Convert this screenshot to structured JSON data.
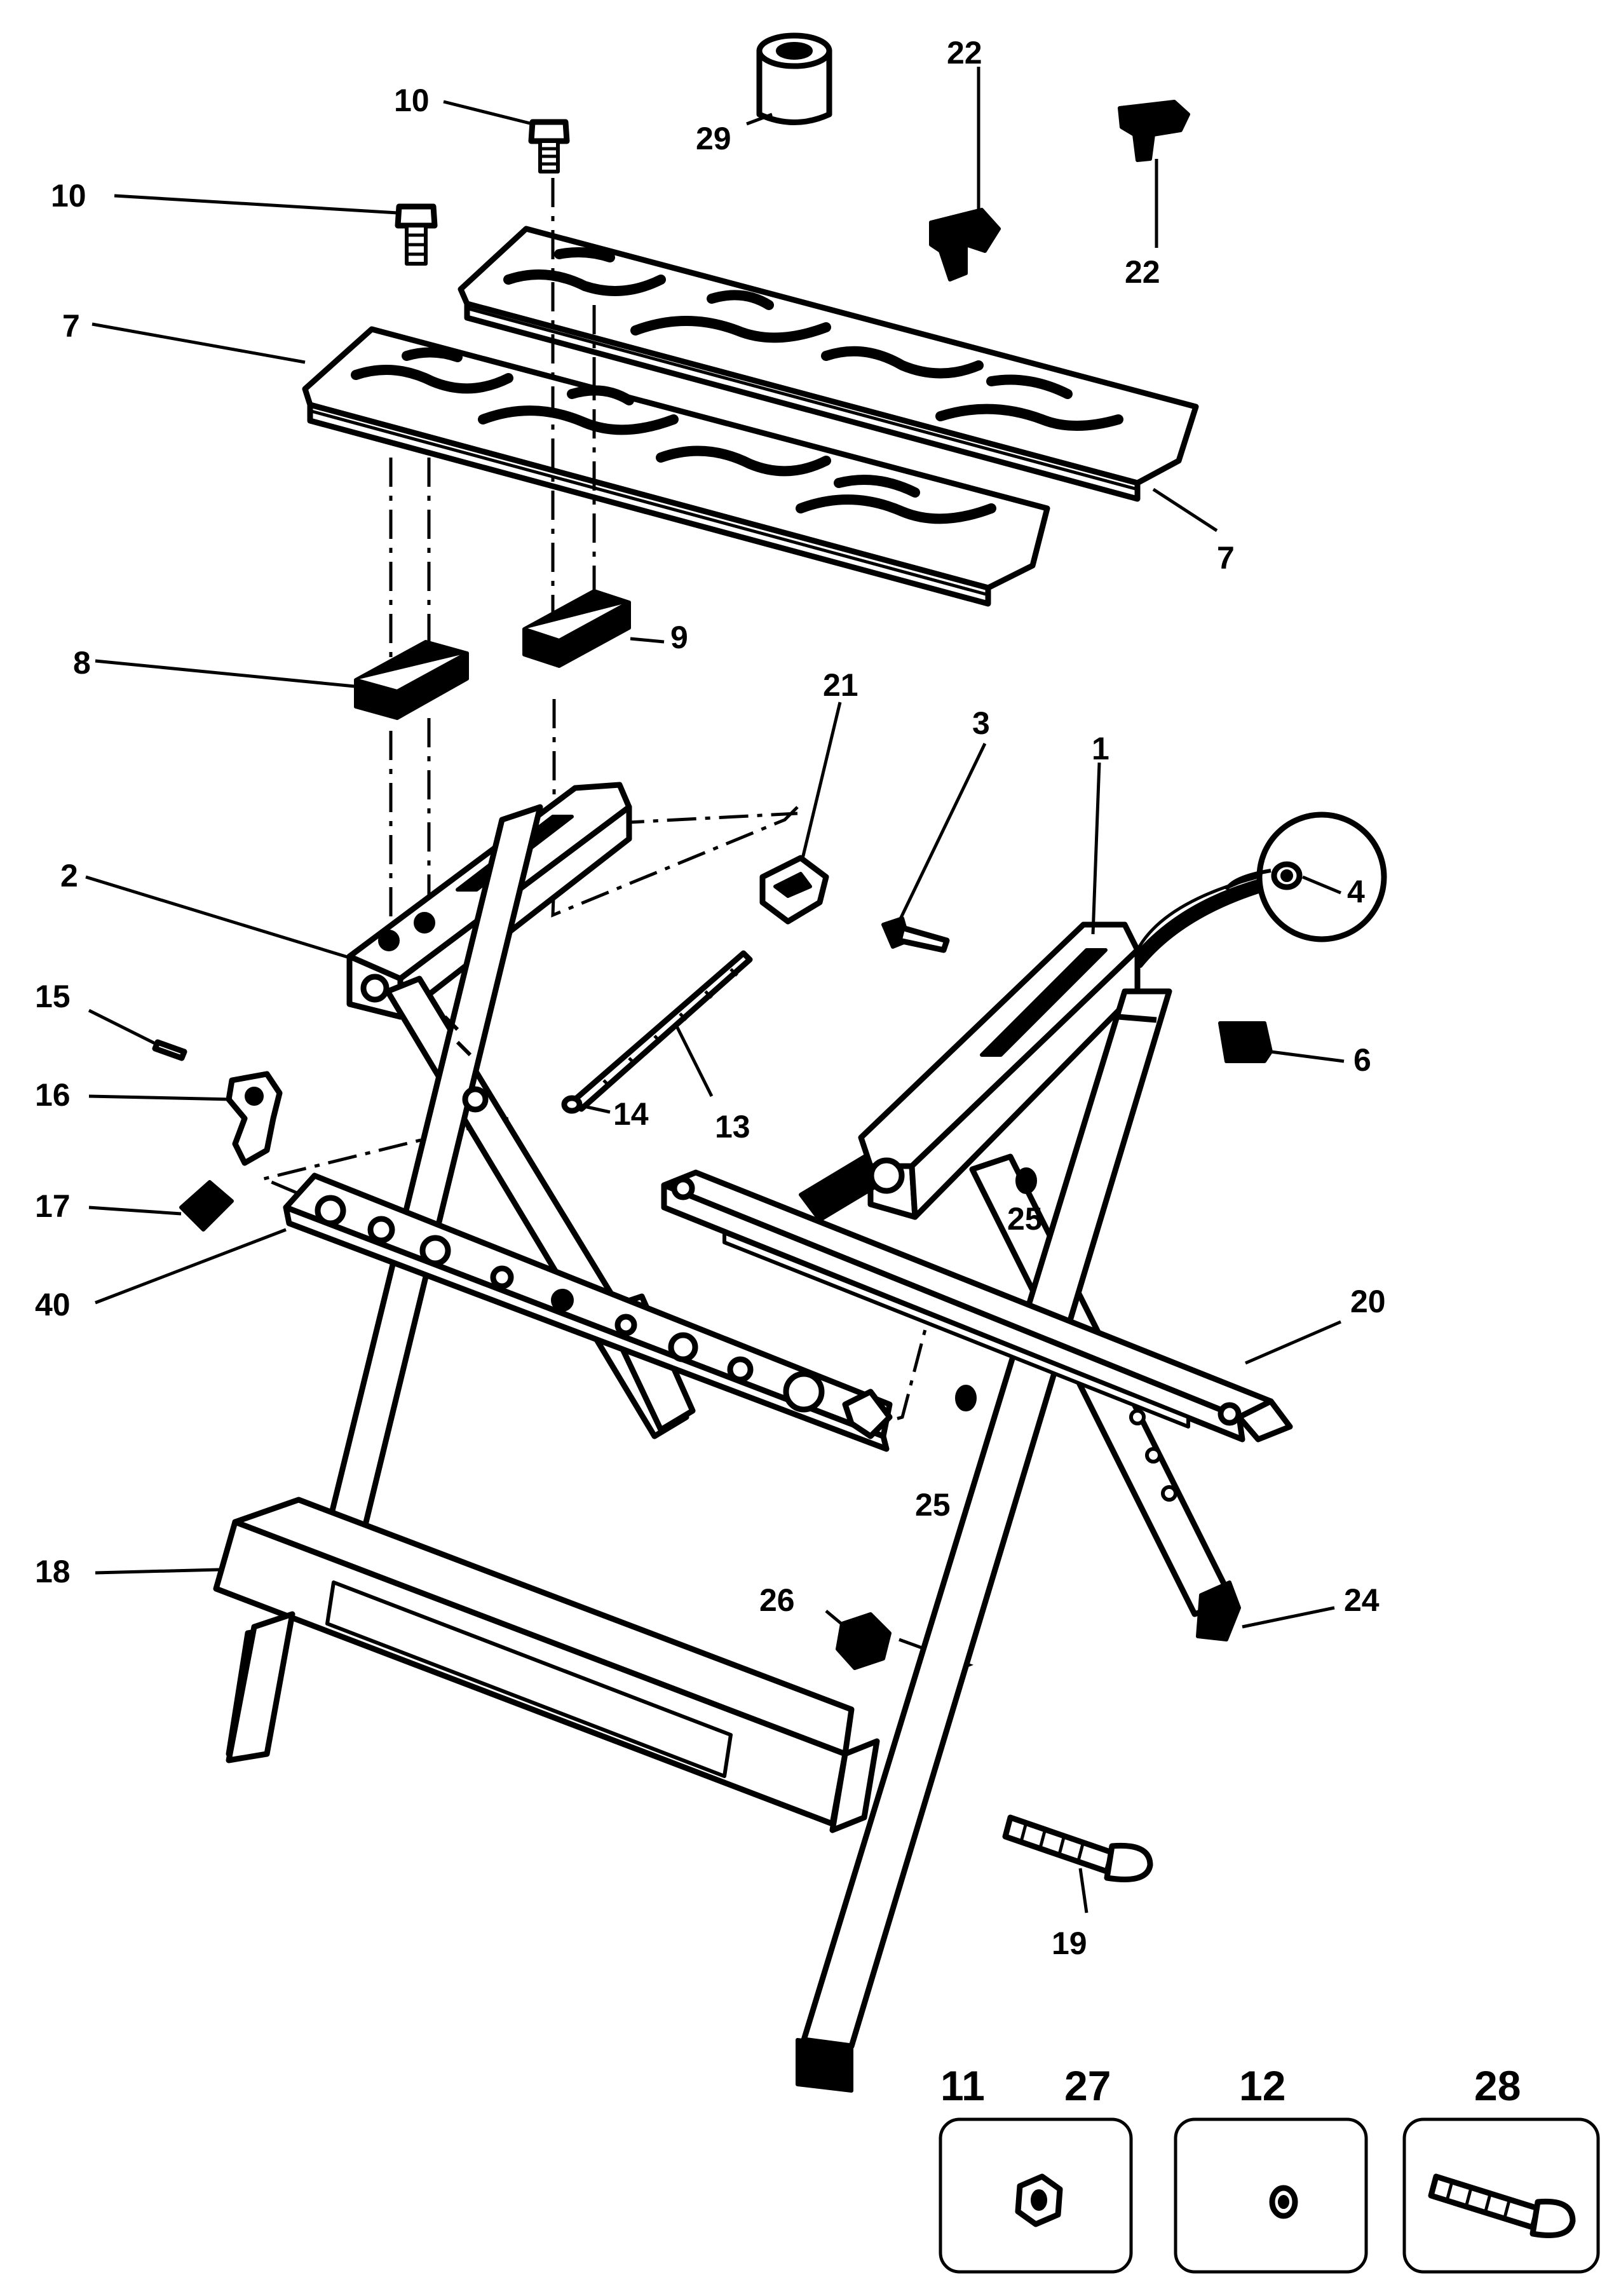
{
  "callouts": {
    "c1": "1",
    "c2": "2",
    "c3": "3",
    "c4": "4",
    "c6": "6",
    "c7a": "7",
    "c7b": "7",
    "c8": "8",
    "c9": "9",
    "c10a": "10",
    "c10b": "10",
    "c13": "13",
    "c14": "14",
    "c15": "15",
    "c16": "16",
    "c17": "17",
    "c18": "18",
    "c19": "19",
    "c20": "20",
    "c21": "21",
    "c22a": "22",
    "c22b": "22",
    "c24": "24",
    "c25a": "25",
    "c25b": "25",
    "c26": "26",
    "c29": "29",
    "c40": "40"
  },
  "legend": {
    "box1": {
      "labels": [
        "11",
        "27"
      ],
      "icon": "hex-nut-icon"
    },
    "box2": {
      "labels": [
        "12"
      ],
      "icon": "washer-icon"
    },
    "box3": {
      "labels": [
        "28"
      ],
      "icon": "bolt-icon"
    }
  }
}
